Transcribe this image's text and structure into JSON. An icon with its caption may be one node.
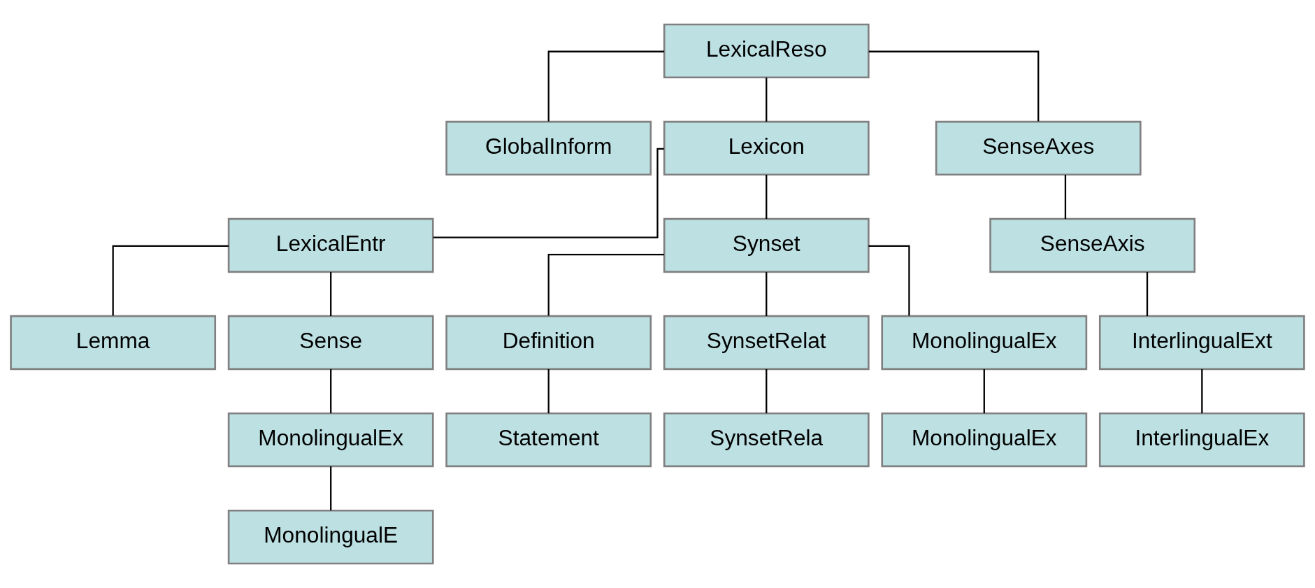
{
  "diagram": {
    "nodes": [
      {
        "text": [
          "LexicalReso"
        ]
      },
      {
        "text": [
          "GlobalInform"
        ]
      },
      {
        "text": [
          "Lexicon"
        ]
      },
      {
        "text": [
          "SenseAxes"
        ]
      },
      {
        "text": [
          "LexicalEntr"
        ]
      },
      {
        "text": [
          "Synset"
        ]
      },
      {
        "text": [
          "SenseAxis"
        ]
      },
      {
        "text": [
          "Lemma"
        ]
      },
      {
        "text": [
          "Sense"
        ]
      },
      {
        "text": [
          "Definition"
        ]
      },
      {
        "text": [
          "SynsetRelat"
        ]
      },
      {
        "text": [
          "MonolingualEx"
        ]
      },
      {
        "text": [
          "InterlingualExt"
        ]
      },
      {
        "text": [
          "MonolingualEx"
        ]
      },
      {
        "text": [
          "Statement"
        ]
      },
      {
        "text": [
          "SynsetRela"
        ]
      },
      {
        "text": [
          "MonolingualEx"
        ]
      },
      {
        "text": [
          "InterlingualEx"
        ]
      },
      {
        "text": [
          "MonolingualE"
        ]
      }
    ],
    "edges": [
      {
        "from": 0,
        "to": 1,
        "arrow": "none"
      },
      {
        "from": 0,
        "to": 2,
        "arrow": "none"
      },
      {
        "from": 0,
        "to": 3,
        "arrow": "none"
      },
      {
        "from": 2,
        "to": 4,
        "arrow": "none"
      },
      {
        "from": 2,
        "to": 5,
        "arrow": "none"
      },
      {
        "from": 3,
        "to": 6,
        "arrow": "none"
      },
      {
        "from": 4,
        "to": 7,
        "arrow": "none"
      },
      {
        "from": 4,
        "to": 8,
        "arrow": "none"
      },
      {
        "from": 5,
        "to": 9,
        "arrow": "none"
      },
      {
        "from": 5,
        "to": 10,
        "arrow": "none"
      },
      {
        "from": 5,
        "to": 11,
        "arrow": "none"
      },
      {
        "from": 6,
        "to": 12,
        "arrow": "none"
      },
      {
        "from": 8,
        "to": 13,
        "arrow": "none"
      },
      {
        "from": 9,
        "to": 14,
        "arrow": "none"
      },
      {
        "from": 10,
        "to": 15,
        "arrow": "none"
      },
      {
        "from": 11,
        "to": 16,
        "arrow": "none"
      },
      {
        "from": 12,
        "to": 17,
        "arrow": "none"
      },
      {
        "from": 13,
        "to": 18,
        "arrow": "none"
      }
    ]
  }
}
